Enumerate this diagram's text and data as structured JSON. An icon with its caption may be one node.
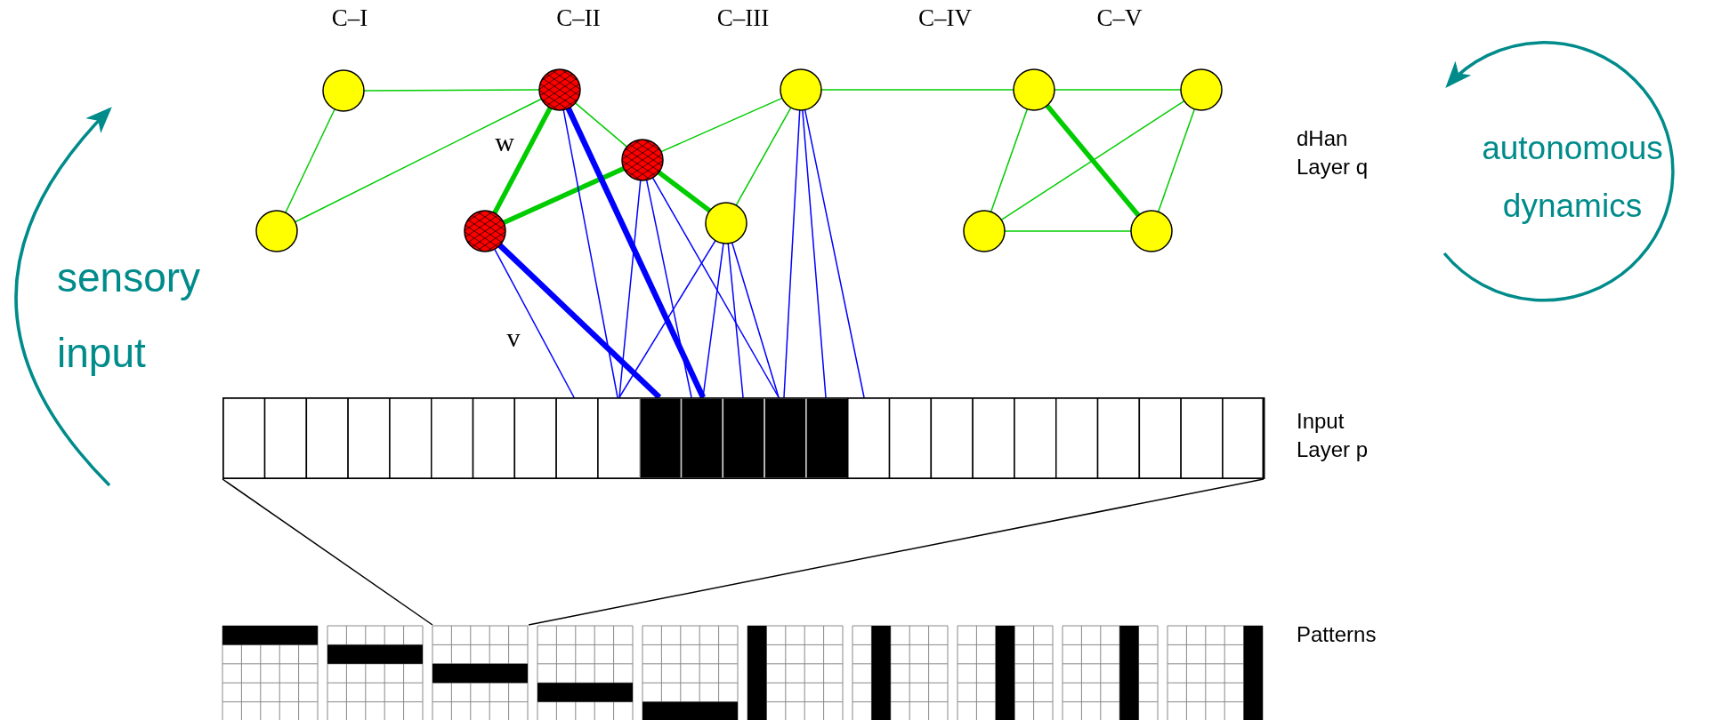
{
  "diagram": {
    "nodes": [
      {
        "text": [],
        "shape": "circle"
      },
      {
        "text": [],
        "shape": "circle"
      },
      {
        "text": [],
        "shape": "circle"
      },
      {
        "text": [],
        "shape": "circle"
      },
      {
        "text": [],
        "shape": "circle"
      },
      {
        "text": [],
        "shape": "circle"
      },
      {
        "text": [],
        "shape": "circle"
      },
      {
        "text": [],
        "shape": "circle"
      },
      {
        "text": [],
        "shape": "circle"
      },
      {
        "text": [],
        "shape": "circle"
      },
      {
        "text": [],
        "shape": "circle"
      },
      {
        "text": [],
        "shape": "bar",
        "beside": [
          "Input Layer p"
        ]
      }
    ],
    "edges": [
      {
        "from": 0,
        "to": 1,
        "arrow": "none"
      },
      {
        "from": 0,
        "to": 2,
        "arrow": "none"
      },
      {
        "from": 1,
        "to": 2,
        "arrow": "none"
      },
      {
        "from": 2,
        "to": 4,
        "arrow": "none",
        "style": "thick"
      },
      {
        "from": 2,
        "to": 3,
        "arrow": "none"
      },
      {
        "from": 4,
        "to": 3,
        "arrow": "none",
        "style": "thick"
      },
      {
        "from": 3,
        "to": 6,
        "arrow": "none",
        "style": "thick"
      },
      {
        "from": 3,
        "to": 5,
        "arrow": "none"
      },
      {
        "from": 5,
        "to": 6,
        "arrow": "none"
      },
      {
        "from": 5,
        "to": 7,
        "arrow": "none"
      },
      {
        "from": 7,
        "to": 8,
        "arrow": "none"
      },
      {
        "from": 7,
        "to": 9,
        "arrow": "none"
      },
      {
        "from": 7,
        "to": 10,
        "arrow": "none",
        "style": "thick"
      },
      {
        "from": 8,
        "to": 9,
        "arrow": "none"
      },
      {
        "from": 8,
        "to": 10,
        "arrow": "none"
      },
      {
        "from": 9,
        "to": 10,
        "arrow": "none"
      },
      {
        "from": 4,
        "to": 11,
        "arrow": "none",
        "color": "#0000ff"
      },
      {
        "from": 4,
        "to": 11,
        "arrow": "none",
        "color": "#0000ff",
        "style": "thick"
      },
      {
        "from": 2,
        "to": 11,
        "arrow": "none",
        "color": "#0000ff"
      },
      {
        "from": 2,
        "to": 11,
        "arrow": "none",
        "color": "#0000ff",
        "style": "thick"
      },
      {
        "from": 3,
        "to": 11,
        "arrow": "none",
        "color": "#0000ff"
      },
      {
        "from": 3,
        "to": 11,
        "arrow": "none",
        "color": "#0000ff"
      },
      {
        "from": 3,
        "to": 11,
        "arrow": "none",
        "color": "#0000ff"
      },
      {
        "from": 6,
        "to": 11,
        "arrow": "none",
        "color": "#0000ff"
      },
      {
        "from": 6,
        "to": 11,
        "arrow": "none",
        "color": "#0000ff"
      },
      {
        "from": 6,
        "to": 11,
        "arrow": "none",
        "color": "#0000ff"
      },
      {
        "from": 6,
        "to": 11,
        "arrow": "none",
        "color": "#0000ff"
      },
      {
        "from": 5,
        "to": 11,
        "arrow": "none",
        "color": "#0000ff"
      },
      {
        "from": 5,
        "to": 11,
        "arrow": "none",
        "color": "#0000ff"
      },
      {
        "from": 5,
        "to": 11,
        "arrow": "none",
        "color": "#0000ff"
      }
    ],
    "labels": [
      "C–I",
      "C–II",
      "C–III",
      "C–IV",
      "C–V",
      "w",
      "v",
      "dHan Layer q",
      "sensory input",
      "autonomous dynamics",
      "Patterns"
    ]
  }
}
